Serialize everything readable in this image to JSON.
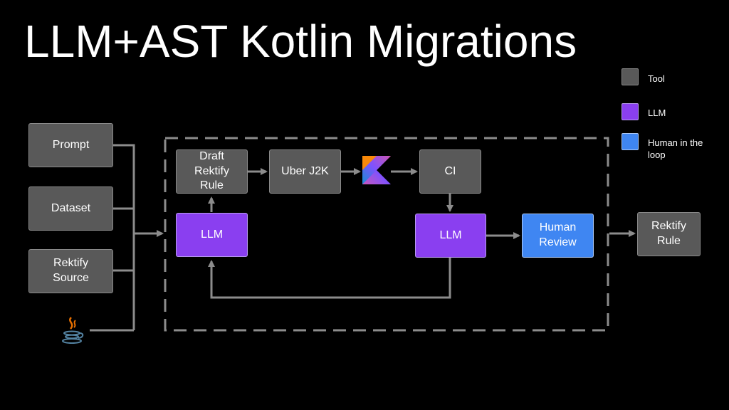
{
  "title": "LLM+AST Kotlin Migrations",
  "legend": {
    "tool": "Tool",
    "llm": "LLM",
    "human": "Human in the loop"
  },
  "inputs": {
    "prompt": "Prompt",
    "dataset": "Dataset",
    "rektify_source": "Rektify Source",
    "java_icon": "java-logo-icon"
  },
  "pipeline": {
    "draft_rule": "Draft Rektify Rule",
    "uber_j2k": "Uber J2K",
    "kotlin_icon": "kotlin-logo-icon",
    "ci": "CI",
    "llm_left": "LLM",
    "llm_right": "LLM",
    "human_review": "Human Review"
  },
  "output": {
    "rektify_rule": "Rektify Rule"
  },
  "colors": {
    "tool": "#595959",
    "llm": "#8a3ff0",
    "human": "#3f86f2",
    "connector": "#8c8c8c"
  }
}
